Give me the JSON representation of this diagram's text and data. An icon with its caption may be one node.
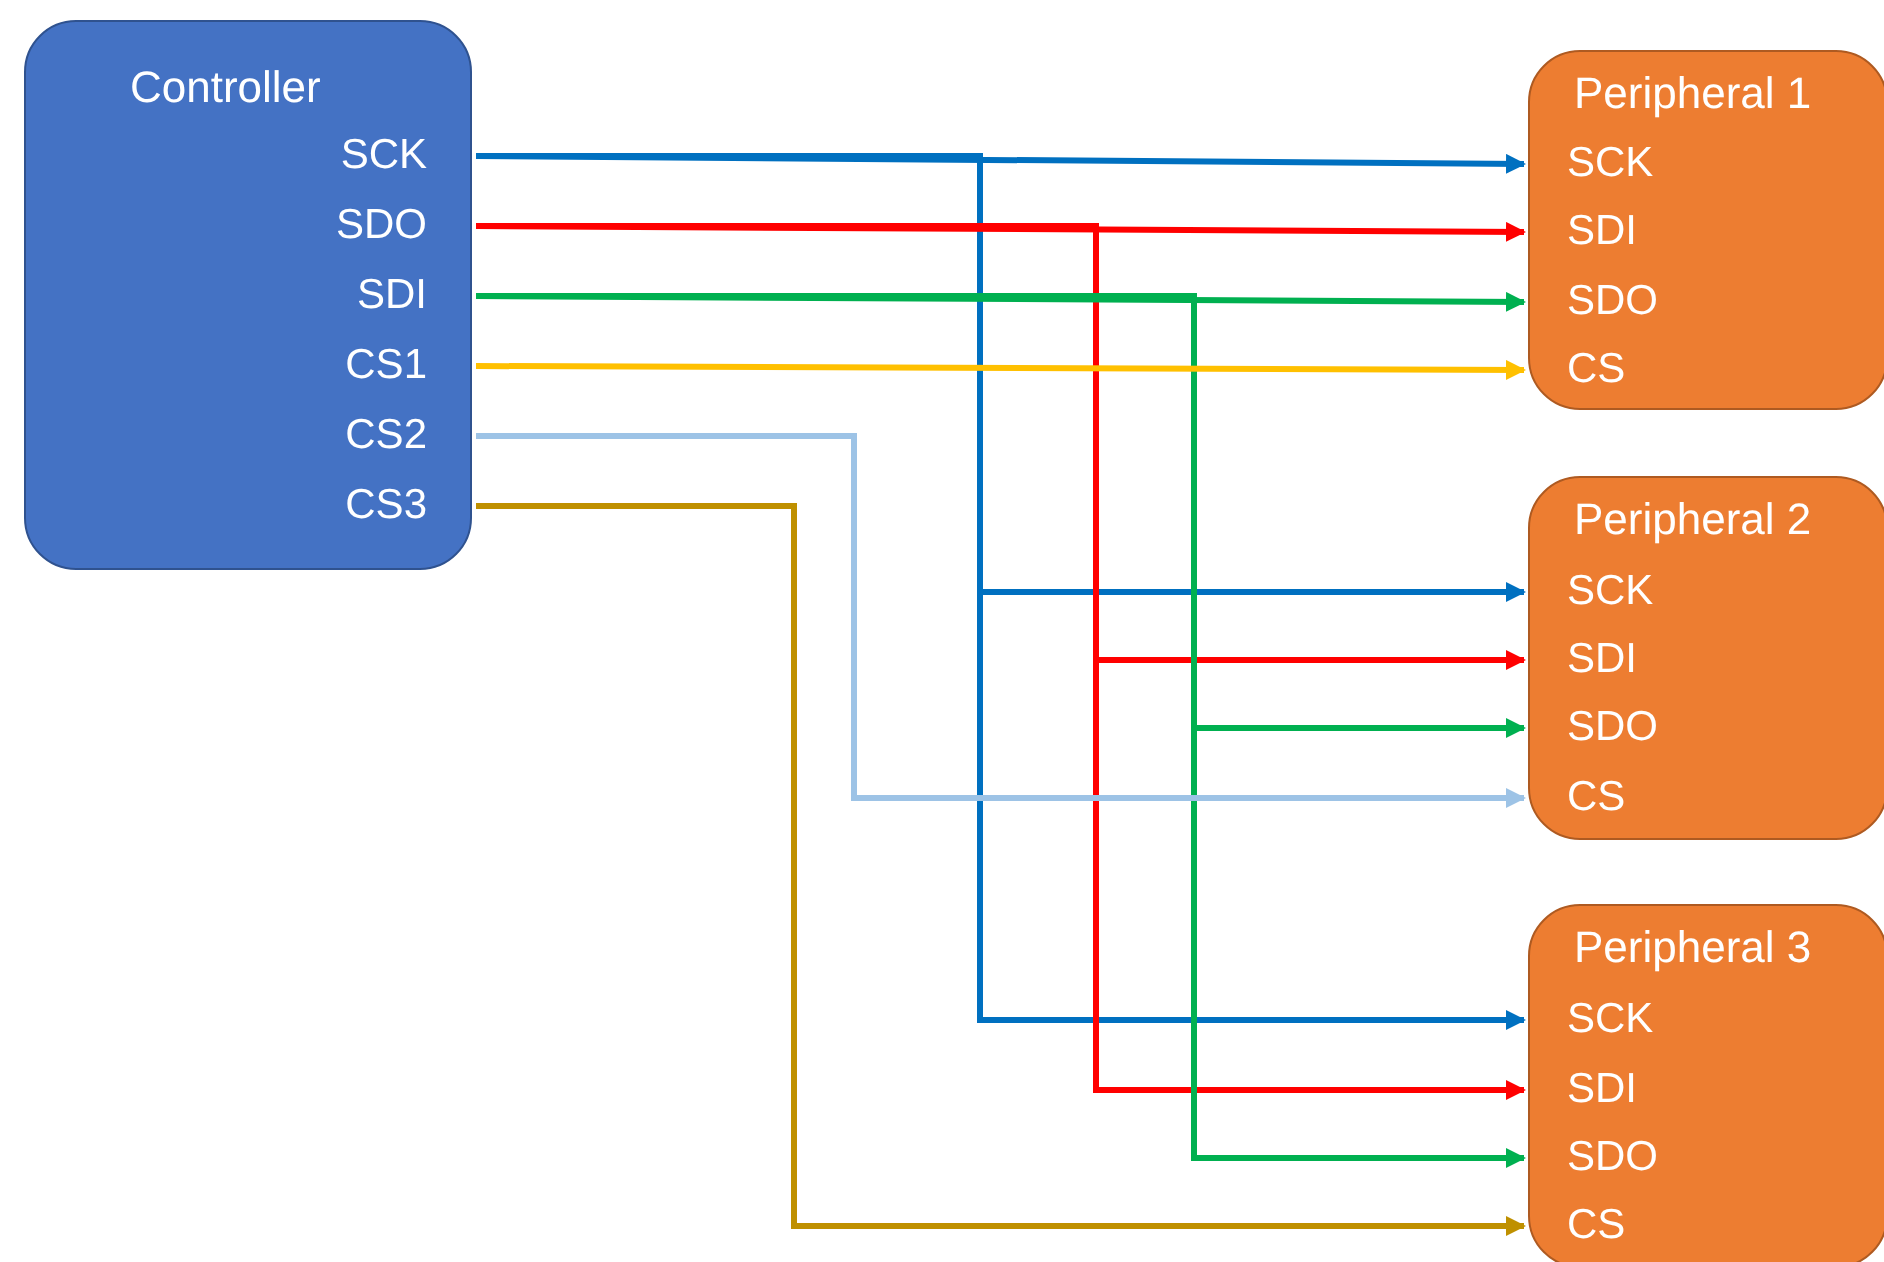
{
  "diagram": {
    "nodes": [
      {
        "text": [
          "Controller"
        ]
      },
      {
        "text": [
          "SCK"
        ],
        "in": 0
      },
      {
        "text": [
          "SDO"
        ],
        "in": 0
      },
      {
        "text": [
          "SDI"
        ],
        "in": 0
      },
      {
        "text": [
          "CS1"
        ],
        "in": 0
      },
      {
        "text": [
          "CS2"
        ],
        "in": 0
      },
      {
        "text": [
          "CS3"
        ],
        "in": 0
      },
      {
        "text": [
          "Peripheral 1"
        ]
      },
      {
        "text": [
          "SCK"
        ],
        "in": 7
      },
      {
        "text": [
          "SDI"
        ],
        "in": 7
      },
      {
        "text": [
          "SDO"
        ],
        "in": 7
      },
      {
        "text": [
          "CS"
        ],
        "in": 7
      },
      {
        "text": [
          "Peripheral 2"
        ]
      },
      {
        "text": [
          "SCK"
        ],
        "in": 12
      },
      {
        "text": [
          "SDI"
        ],
        "in": 12
      },
      {
        "text": [
          "SDO"
        ],
        "in": 12
      },
      {
        "text": [
          "CS"
        ],
        "in": 12
      },
      {
        "text": [
          "Peripheral 3"
        ]
      },
      {
        "text": [
          "SCK"
        ],
        "in": 17
      },
      {
        "text": [
          "SDI"
        ],
        "in": 17
      },
      {
        "text": [
          "SDO"
        ],
        "in": 17
      },
      {
        "text": [
          "CS"
        ],
        "in": 17
      }
    ],
    "edges": [
      {
        "from": 1,
        "to": 8,
        "arrow": "to",
        "color": "#0070c0"
      },
      {
        "from": 1,
        "to": 13,
        "arrow": "to",
        "color": "#0070c0"
      },
      {
        "from": 1,
        "to": 18,
        "arrow": "to",
        "color": "#0070c0"
      },
      {
        "from": 2,
        "to": 9,
        "arrow": "to",
        "color": "#ff0000"
      },
      {
        "from": 2,
        "to": 14,
        "arrow": "to",
        "color": "#ff0000"
      },
      {
        "from": 2,
        "to": 19,
        "arrow": "to",
        "color": "#ff0000"
      },
      {
        "from": 3,
        "to": 10,
        "arrow": "to",
        "color": "#00b050"
      },
      {
        "from": 3,
        "to": 15,
        "arrow": "to",
        "color": "#00b050"
      },
      {
        "from": 3,
        "to": 20,
        "arrow": "to",
        "color": "#00b050"
      },
      {
        "from": 4,
        "to": 11,
        "arrow": "to",
        "color": "#ffc000"
      },
      {
        "from": 5,
        "to": 16,
        "arrow": "to",
        "color": "#9dc3e6"
      },
      {
        "from": 6,
        "to": 21,
        "arrow": "to",
        "color": "#bf9000"
      }
    ]
  }
}
